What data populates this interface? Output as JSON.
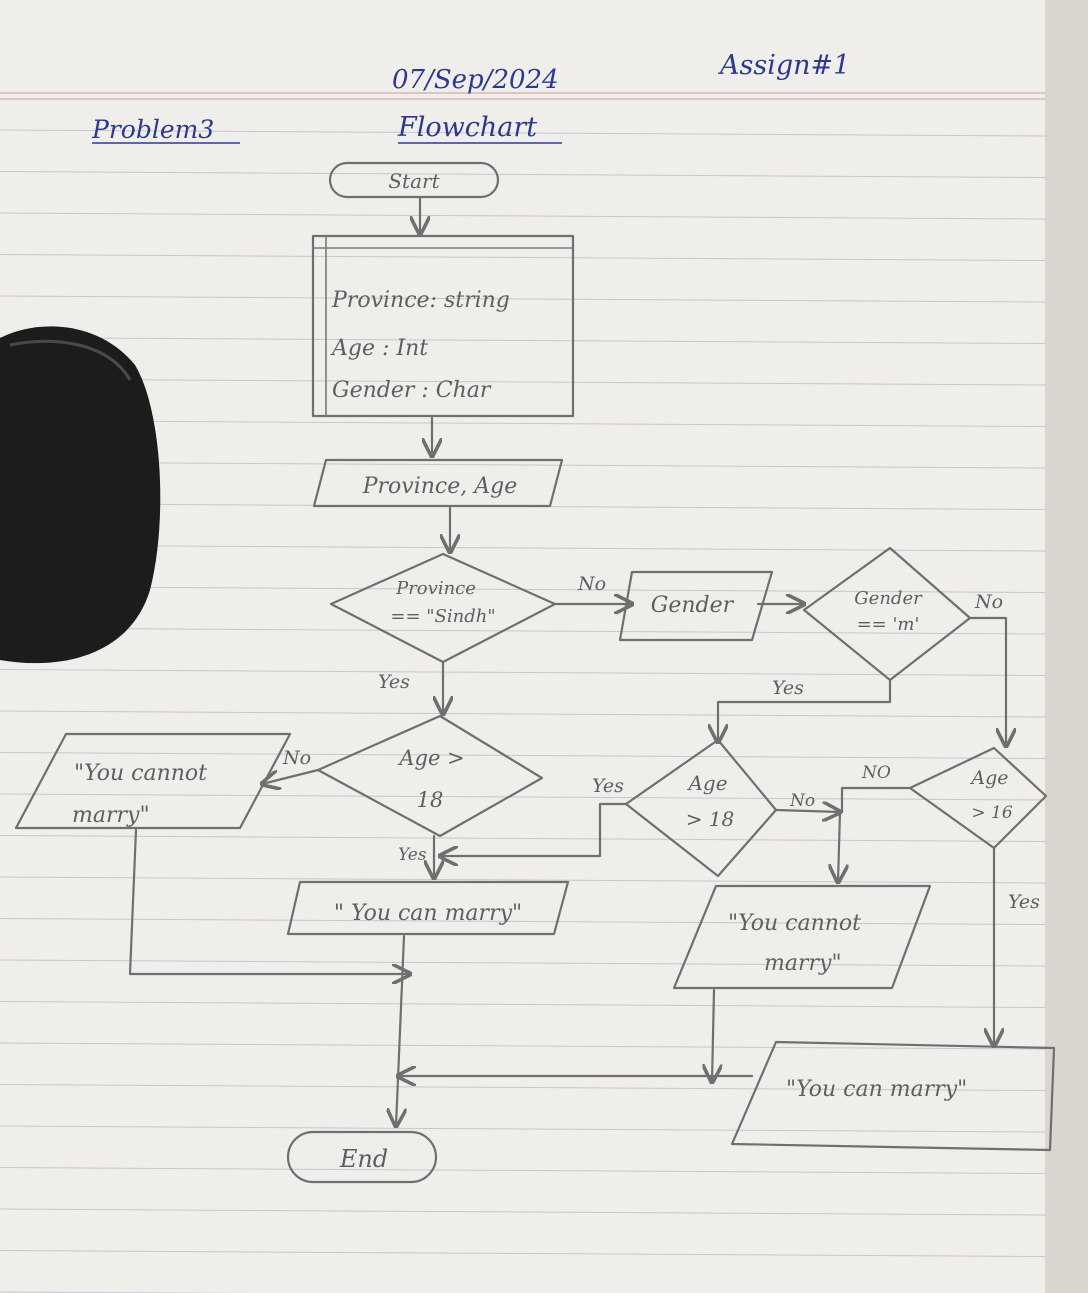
{
  "header": {
    "problem": "Problem3",
    "date": "07/Sep/2024",
    "subtitle": "Flowchart",
    "assignment": "Assign#1"
  },
  "nodes": {
    "start": "Start",
    "declare": [
      "Province: string",
      "Age : Int",
      "Gender : Char"
    ],
    "input_province_age": "Province, Age",
    "decision_province": [
      "Province",
      "== \"Sindh\""
    ],
    "input_gender": "Gender",
    "decision_gender": [
      "Gender",
      "== 'm'"
    ],
    "decision_age_a": [
      "Age >",
      "18"
    ],
    "decision_age_b": [
      "Age",
      "> 18"
    ],
    "decision_age_c": [
      "Age",
      "> 16"
    ],
    "output_cannot_left": [
      "\"You cannot",
      "marry\""
    ],
    "output_can_center": "\" You can marry\"",
    "output_cannot_right": [
      "\"You cannot",
      "marry\""
    ],
    "output_can_right": "\"You can marry\"",
    "end": "End"
  },
  "labels": {
    "no": "No",
    "yes": "Yes",
    "no_caps": "NO"
  }
}
